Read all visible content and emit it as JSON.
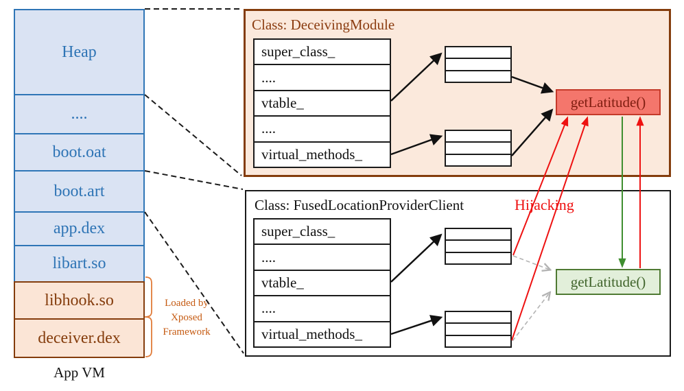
{
  "vm": {
    "caption": "App VM",
    "segments": [
      {
        "label": "Heap",
        "region": "blue"
      },
      {
        "label": "....",
        "region": "blue"
      },
      {
        "label": "boot.oat",
        "region": "blue"
      },
      {
        "label": "boot.art",
        "region": "blue"
      },
      {
        "label": "app.dex",
        "region": "blue"
      },
      {
        "label": "libart.so",
        "region": "blue"
      },
      {
        "label": "libhook.so",
        "region": "orange"
      },
      {
        "label": "deceiver.dex",
        "region": "orange"
      }
    ],
    "bracket_lines": [
      "Loaded by",
      "Xposed",
      "Framework"
    ]
  },
  "deceiving": {
    "title": "Class: DeceivingModule",
    "fields": [
      "super_class_",
      "....",
      "vtable_",
      "....",
      "virtual_methods_"
    ],
    "method": "getLatitude()"
  },
  "fused": {
    "title": "Class: FusedLocationProviderClient",
    "fields": [
      "super_class_",
      "....",
      "vtable_",
      "....",
      "virtual_methods_"
    ],
    "method": "getLatitude()"
  },
  "annotations": {
    "hijacking": "Hijacking"
  },
  "colors": {
    "blue_fill": "#dae3f3",
    "blue_border": "#2e75b6",
    "blue_text": "#2e74b5",
    "orange_fill": "#fbe5d6",
    "orange_border": "#843c0c",
    "peach_panel_fill": "#fbe9dc",
    "bracket_text": "#c55a11",
    "fake_method_fill": "#f4766c",
    "fake_method_border": "#c43a2a",
    "fake_method_text": "#7f1d10",
    "real_method_fill": "#e2efda",
    "real_method_border": "#4f7a33",
    "real_method_text": "#40642b",
    "hijack_red": "#ee1111",
    "green_arrow": "#3e8e2f",
    "gray_dashed": "#b3b3b3"
  }
}
